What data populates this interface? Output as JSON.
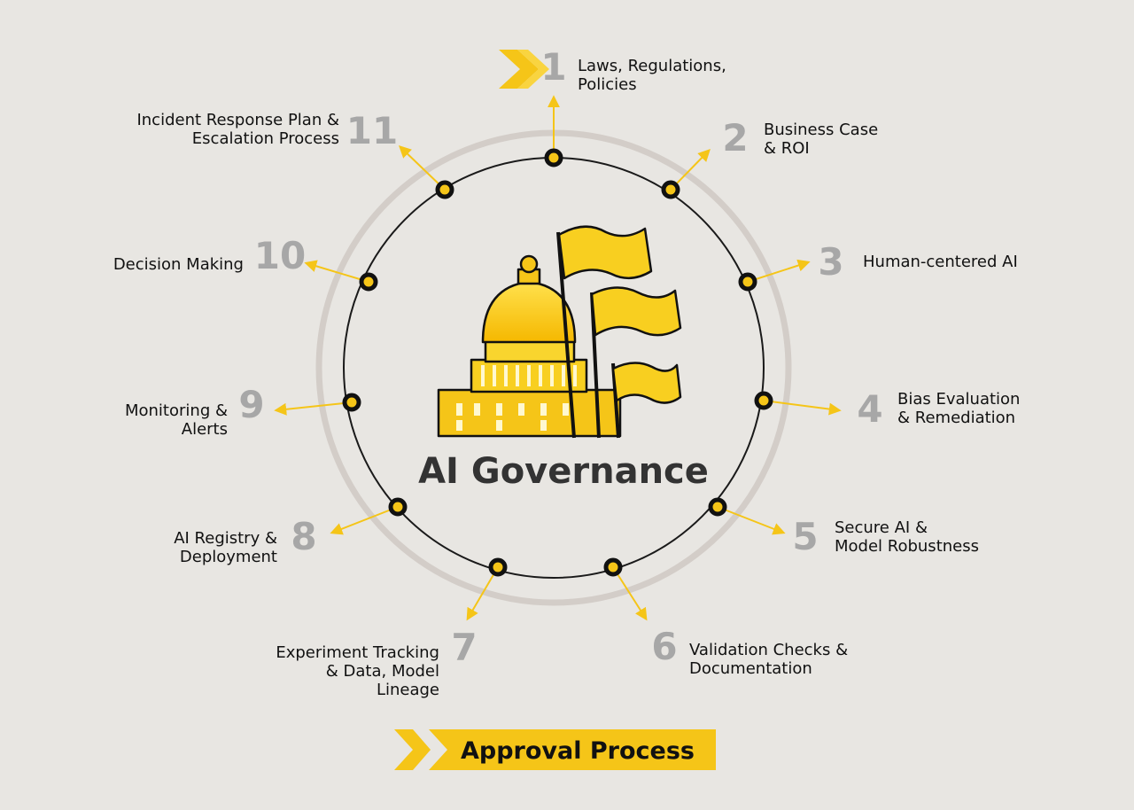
{
  "title": "AI Governance",
  "bottom_banner": "Approval Process",
  "colors": {
    "background": "#e8e6e2",
    "accent": "#f5c518",
    "number_gray": "#a7a7a7",
    "outer_ring": "#d3cdc8",
    "inner_ring": "#1a1a1a"
  },
  "icons": {
    "center": "capitol-building-with-flags-icon",
    "top_chevron": "double-chevron-right-icon"
  },
  "steps": [
    {
      "number": "1",
      "lines": [
        "Laws, Regulations,",
        "Policies"
      ]
    },
    {
      "number": "2",
      "lines": [
        "Business Case",
        "& ROI"
      ]
    },
    {
      "number": "3",
      "lines": [
        "Human-centered AI"
      ]
    },
    {
      "number": "4",
      "lines": [
        "Bias Evaluation",
        "& Remediation"
      ]
    },
    {
      "number": "5",
      "lines": [
        "Secure AI &",
        "Model Robustness"
      ]
    },
    {
      "number": "6",
      "lines": [
        "Validation Checks &",
        "Documentation"
      ]
    },
    {
      "number": "7",
      "lines": [
        "Experiment Tracking",
        "& Data, Model",
        "Lineage"
      ]
    },
    {
      "number": "8",
      "lines": [
        "AI Registry &",
        "Deployment"
      ]
    },
    {
      "number": "9",
      "lines": [
        "Monitoring &",
        "Alerts"
      ]
    },
    {
      "number": "10",
      "lines": [
        "Decision Making"
      ]
    },
    {
      "number": "11",
      "lines": [
        "Incident Response Plan &",
        "Escalation Process"
      ]
    }
  ]
}
